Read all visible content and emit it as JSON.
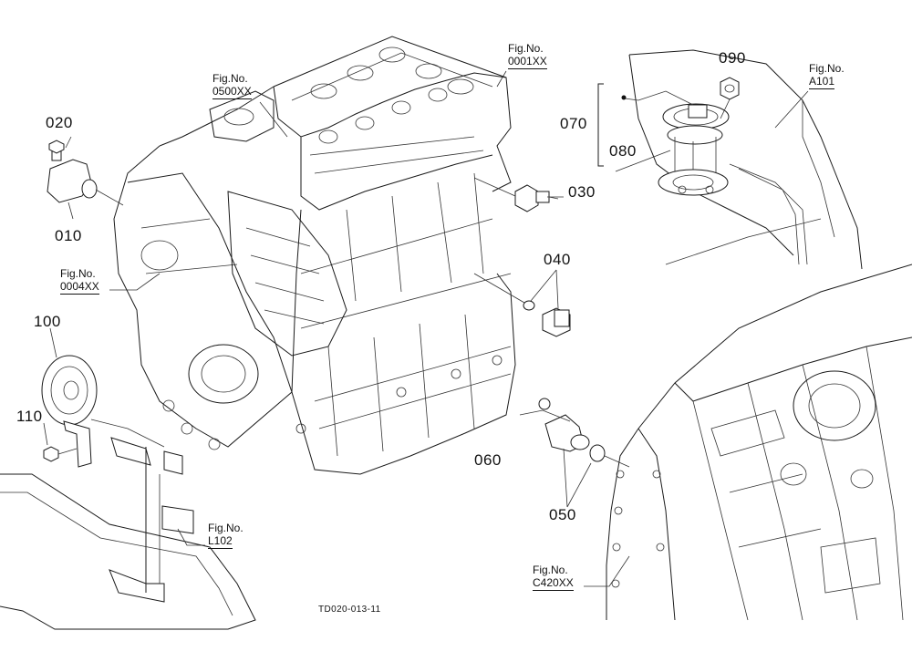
{
  "parts": [
    {
      "key": "p020",
      "label": "020"
    },
    {
      "key": "p010",
      "label": "010"
    },
    {
      "key": "p030",
      "label": "030"
    },
    {
      "key": "p040",
      "label": "040"
    },
    {
      "key": "p050",
      "label": "050"
    },
    {
      "key": "p060",
      "label": "060"
    },
    {
      "key": "p070",
      "label": "070"
    },
    {
      "key": "p080",
      "label": "080"
    },
    {
      "key": "p090",
      "label": "090"
    },
    {
      "key": "p100",
      "label": "100"
    },
    {
      "key": "p110",
      "label": "110"
    }
  ],
  "figure_refs": [
    {
      "key": "f0500",
      "prefix": "Fig.No.",
      "ref": "0500XX"
    },
    {
      "key": "f0001",
      "prefix": "Fig.No.",
      "ref": "0001XX"
    },
    {
      "key": "fA101",
      "prefix": "Fig.No.",
      "ref": "A101"
    },
    {
      "key": "f0004",
      "prefix": "Fig.No.",
      "ref": "0004XX"
    },
    {
      "key": "fL102",
      "prefix": "Fig.No.",
      "ref": "L102"
    },
    {
      "key": "fC420",
      "prefix": "Fig.No.",
      "ref": "C420XX"
    }
  ],
  "drawing_code": "TD020-013-11",
  "colors": {
    "line": "#1a1a1a",
    "background": "#ffffff"
  }
}
